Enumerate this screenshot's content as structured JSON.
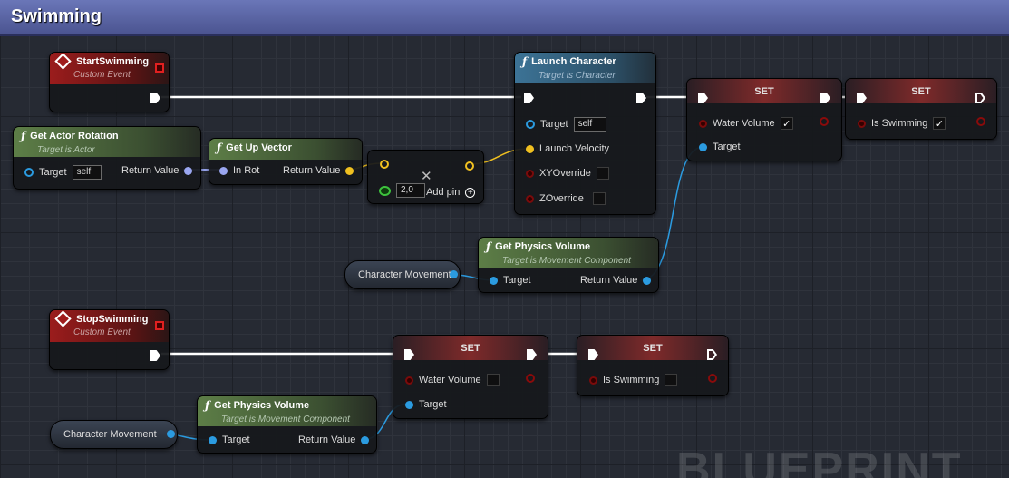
{
  "graph_title": "Swimming",
  "watermark": "BLUEPRINT",
  "colors": {
    "exec_wire": "#ffffff",
    "object_pin": "#2b9be0",
    "vector_pin": "#f0c020",
    "rotator_pin": "#9aa6f0",
    "bool_pin": "#8a0b0b"
  },
  "nodes": {
    "start_swimming": {
      "title": "StartSwimming",
      "subtitle": "Custom Event"
    },
    "stop_swimming": {
      "title": "StopSwimming",
      "subtitle": "Custom Event"
    },
    "get_actor_rotation": {
      "title": "Get Actor Rotation",
      "subtitle": "Target is Actor",
      "target_label": "Target",
      "target_value": "self",
      "return_label": "Return Value"
    },
    "get_up_vector": {
      "title": "Get Up Vector",
      "in_label": "In Rot",
      "return_label": "Return Value"
    },
    "multiply": {
      "float_value": "2,0",
      "add_pin_label": "Add pin"
    },
    "launch_character": {
      "title": "Launch Character",
      "subtitle": "Target is Character",
      "target_label": "Target",
      "target_value": "self",
      "velocity_label": "Launch Velocity",
      "xy_label": "XYOverride",
      "z_label": "ZOverride"
    },
    "get_physics_volume_1": {
      "title": "Get Physics Volume",
      "subtitle": "Target is Movement Component",
      "target_label": "Target",
      "return_label": "Return Value"
    },
    "get_physics_volume_2": {
      "title": "Get Physics Volume",
      "subtitle": "Target is Movement Component",
      "target_label": "Target",
      "return_label": "Return Value"
    },
    "set_water_volume_1": {
      "title": "SET",
      "var_label": "Water Volume",
      "checked": true,
      "target_label": "Target"
    },
    "set_is_swimming_1": {
      "title": "SET",
      "var_label": "Is Swimming",
      "checked": true
    },
    "set_water_volume_2": {
      "title": "SET",
      "var_label": "Water Volume",
      "checked": false,
      "target_label": "Target"
    },
    "set_is_swimming_2": {
      "title": "SET",
      "var_label": "Is Swimming",
      "checked": false
    },
    "char_movement_1": {
      "label": "Character Movement"
    },
    "char_movement_2": {
      "label": "Character Movement"
    }
  }
}
